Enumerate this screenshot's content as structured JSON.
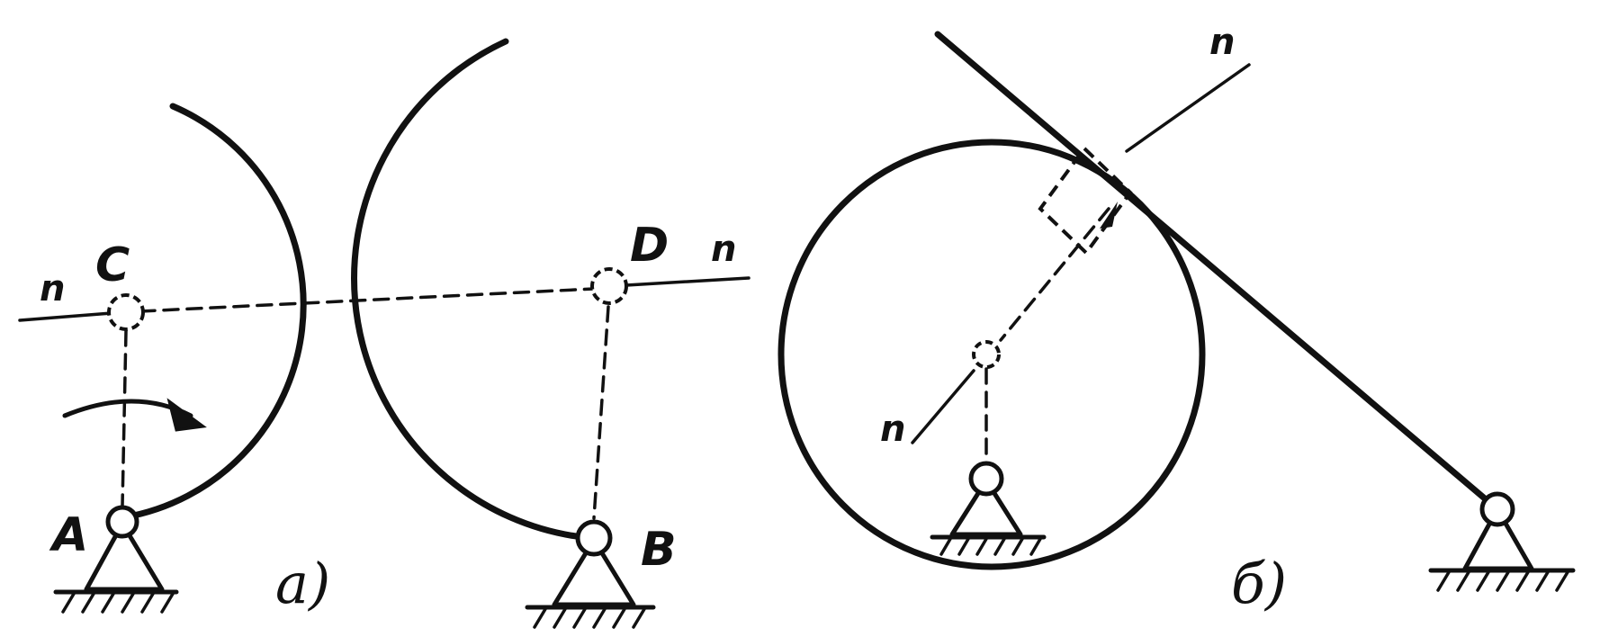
{
  "labels": {
    "n": "n",
    "point_a": "A",
    "point_b": "B",
    "point_c": "C",
    "point_d": "D",
    "subfigure_a": "а)",
    "subfigure_b": "б)"
  }
}
